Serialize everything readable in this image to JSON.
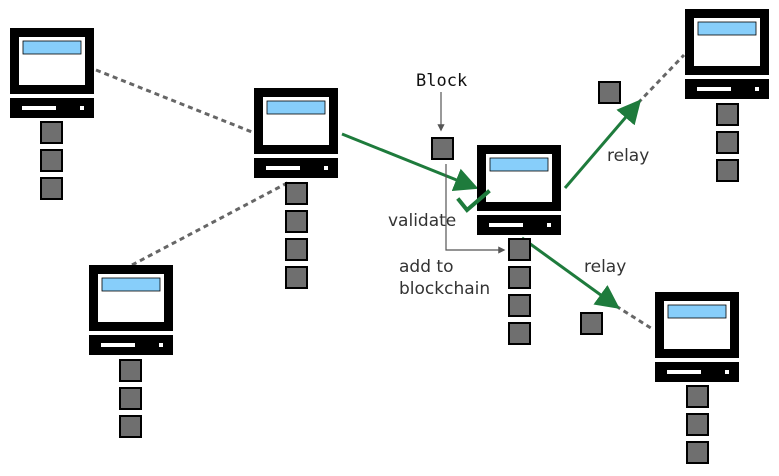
{
  "labels": {
    "block": "Block",
    "validate": "validate",
    "add_line1": "add to",
    "add_line2": "blockchain",
    "relay_top": "relay",
    "relay_bottom": "relay"
  },
  "colors": {
    "background": "#ffffff",
    "monitor_frame": "#000000",
    "screen_bar": "#87cefa",
    "block_fill": "#6f6f6f",
    "block_stroke": "#000000",
    "peer_link": "#666666",
    "flow_arrow": "#1e7b3c",
    "checkmark": "#1e7b3c",
    "connector": "#555555"
  },
  "icons": {
    "computer": "computer-icon",
    "block": "block-icon",
    "check": "checkmark-icon"
  }
}
